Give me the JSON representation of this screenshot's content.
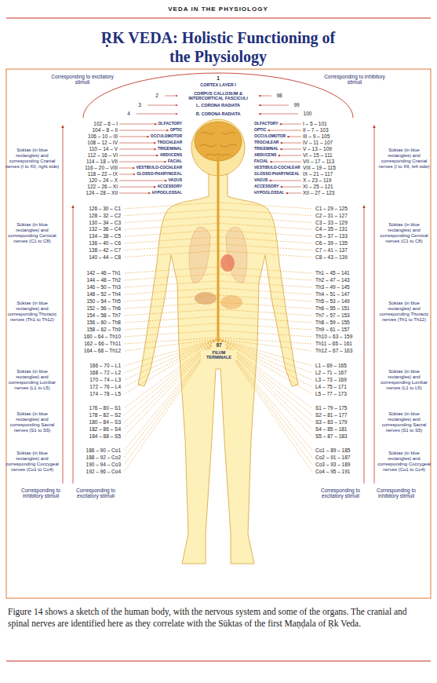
{
  "diagram": {
    "title": "ṚK VEDA: Holistic Functioning of the Physiology",
    "caption": "Figure 14 shows a sketch of the human body, with the nervous system and some of the organs. The cranial and spinal nerves are identified here as they correlate with the Sūktas of the first Maṇḍala of Ṛk Veda.",
    "labels": [
      "VEDA IN THE PHYSIOLOGY",
      "Corresponding to excitatory stimuli",
      "Corresponding to inhibitory stimuli",
      "1",
      "CORTEX LAYER I",
      "CORPUS CALLOSUM & INTERCORTICAL FASCICULI",
      "2",
      "98",
      "3",
      "L. CORONA RADIATA",
      "99",
      "4",
      "R. CORONA RADIATA",
      "100",
      "102 – 6 – I",
      "OLFACTORY",
      "OLFACTORY",
      "I – 5 – 101",
      "104 – 8 – II",
      "OPTIC",
      "OPTIC",
      "II – 7 – 103",
      "106 – 10 – III",
      "OCCULOMOTOR",
      "OCCULOMOTOR",
      "III – 9 – 105",
      "108 – 12 – IV",
      "TROCHLEAR",
      "TROCHLEAR",
      "IV – 11 – 107",
      "110 – 14 – V",
      "TRIGEMINAL",
      "TRIGEMINAL",
      "V – 13 – 109",
      "112 – 16 – VI",
      "ABDUCENS",
      "ABDUCENS",
      "VI – 15 – 111",
      "114 – 18 – VII",
      "FACIAL",
      "FACIAL",
      "VII – 17 – 113",
      "116 – 20 – VIII",
      "VESTIBULO-COCHLEAR",
      "VESTIBULO-COCHLEAR",
      "VIII – 19 – 115",
      "118 – 22 – IX",
      "GLOSSO-PHARYNGEAL",
      "GLOSSO-PHARYNGEAL",
      "IX – 21 – 117",
      "120 – 24 – X",
      "VAGUS",
      "VAGUS",
      "X – 23 – 119",
      "122 – 26 – XI",
      "ACCESSORY",
      "ACCESSORY",
      "XI – 25 – 121",
      "124 – 28 – XII",
      "HYPOGLOSSAL",
      "HYPOGLOSSAL",
      "XII – 27 – 123",
      "126 – 30 – C1",
      "C1 – 29 – 125",
      "128 – 32 – C2",
      "C2 – 31 – 127",
      "130 – 34 – C3",
      "C3 – 33 – 129",
      "132 – 36 – C4",
      "C4 – 35 – 131",
      "134 – 38 – C5",
      "C5 – 37 – 133",
      "136 – 40 – C6",
      "C6 – 39 – 135",
      "138 – 42 – C7",
      "C7 – 41 – 137",
      "140 – 44 – C8",
      "C8 – 43 – 139",
      "142 – 46 – Th1",
      "Th1 – 45 – 141",
      "144 – 48 – Th2",
      "Th2 – 47 – 143",
      "146 – 50 – Th3",
      "Th3 – 49 – 145",
      "148 – 52 – Th4",
      "Th4 – 51 – 147",
      "150 – 54 – Th5",
      "Th5 – 53 – 149",
      "152 – 56 – Th6",
      "Th6 – 55 – 151",
      "154 – 58 – Th7",
      "Th7 – 57 – 153",
      "156 – 60 – Th8",
      "Th8 – 59 – 155",
      "158 – 62 – Th9",
      "Th9 – 61 – 157",
      "160 – 64 – Th10",
      "Th10 – 63 – 159",
      "162 – 66 – Th11",
      "Th11 – 65 – 161",
      "164 – 68 – Th12",
      "Th12 – 67 – 163",
      "166 – 70 – L1",
      "L1 – 69 – 165",
      "168 – 72 – L2",
      "L2 – 71 – 167",
      "170 – 74 – L3",
      "L3 – 73 – 169",
      "172 – 76 – L4",
      "L4 – 75 – 171",
      "174 – 78 – L5",
      "L5 – 77 – 173",
      "176 – 80 – S1",
      "S1 – 79 – 175",
      "178 – 82 – S2",
      "S2 – 81 – 177",
      "180 – 84 – S3",
      "S3 – 83 – 179",
      "182 – 86 – S4",
      "S4 – 85 – 181",
      "184 – 88 – S5",
      "S5 – 87 – 183",
      "186 – 90 – Co1",
      "Co1 – 89 – 185",
      "188 – 92 – Co2",
      "Co2 – 91 – 187",
      "190 – 94 – Co3",
      "Co3 – 93 – 189",
      "192 – 96 – Co4",
      "Co4 – 95 – 191",
      "97",
      "FILUM TERMINALE",
      "Sūktas (in blue rectangles) and corresponding Cranial nerves (I to XII, right side)",
      "Sūktas (in blue rectangles) and corresponding Cranial nerves (I to XII, left side)",
      "Sūktas (in blue rectangles) and corresponding Cervical nerves (C1 to C8)",
      "Sūktas (in blue rectangles) and corresponding Cervical nerves (C1 to C8)",
      "Sūktas (in blue rectangles) and corresponding Thoracic nerves (Th1 to Th12)",
      "Sūktas (in blue rectangles) and corresponding Thoracic nerves (Th1 to Th12)",
      "Sūktas (in blue rectangles) and corresponding Lumbar nerves (L1 to L5)",
      "Sūktas (in blue rectangles) and corresponding Lumbar nerves (L1 to L5)",
      "Sūktas (in blue rectangles) and corresponding Sacral nerves (S1 to S5)",
      "Sūktas (in blue rectangles) and corresponding Sacral nerves (S1 to S5)",
      "Sūktas (in blue rectangles) and corresponding Coccygeal nerves (Co1 to Co4)",
      "Sūktas (in blue rectangles) and corresponding Coccygeal nerves (Co1 to Co4)",
      "Corresponding to inhibitory stimuli",
      "Corresponding to excitatory stimuli",
      "Corresponding to excitatory stimuli",
      "Corresponding to inhibitory stimuli"
    ]
  }
}
